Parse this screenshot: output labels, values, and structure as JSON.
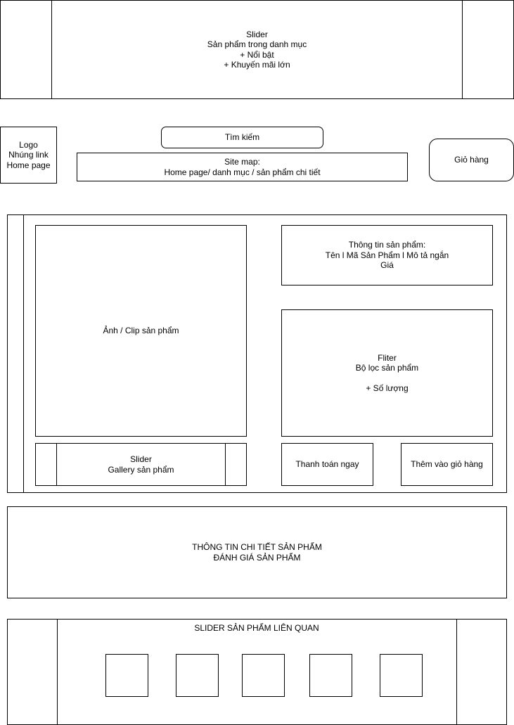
{
  "top_slider": {
    "lines": [
      "Slider",
      "Sản phẩm trong danh mục",
      "+ Nổi bật",
      "+ Khuyến mãi lớn"
    ]
  },
  "header": {
    "logo_lines": [
      "Logo",
      "Nhúng link",
      "Home page"
    ],
    "search_label": "Tìm kiếm",
    "sitemap_lines": [
      "Site map:",
      "Home page/ danh mục / sản phẩm chi tiết"
    ],
    "cart_label": "Giỏ hàng"
  },
  "product": {
    "media_label": "Ảnh / Clip sản phẩm",
    "info_lines": [
      "Thông tin sản phẩm:",
      "Tên l Mã Sản Phẩm l Mô tả ngắn",
      "Giá"
    ],
    "filter_lines": [
      "Fliter",
      "Bộ lọc sản phẩm",
      "",
      "+ Số lượng"
    ],
    "gallery_lines": [
      "Slider",
      "Gallery sản phẩm"
    ],
    "buy_now_label": "Thanh toán ngay",
    "add_to_cart_label": "Thêm vào giỏ hàng"
  },
  "detail": {
    "lines": [
      "THÔNG TIN CHI TIẾT SẢN PHẨM",
      "ĐÁNH GIÁ SẢN PHẨM"
    ]
  },
  "related": {
    "title": "SLIDER SẢN PHẨM LIÊN QUAN",
    "item_count_shown": 5
  }
}
